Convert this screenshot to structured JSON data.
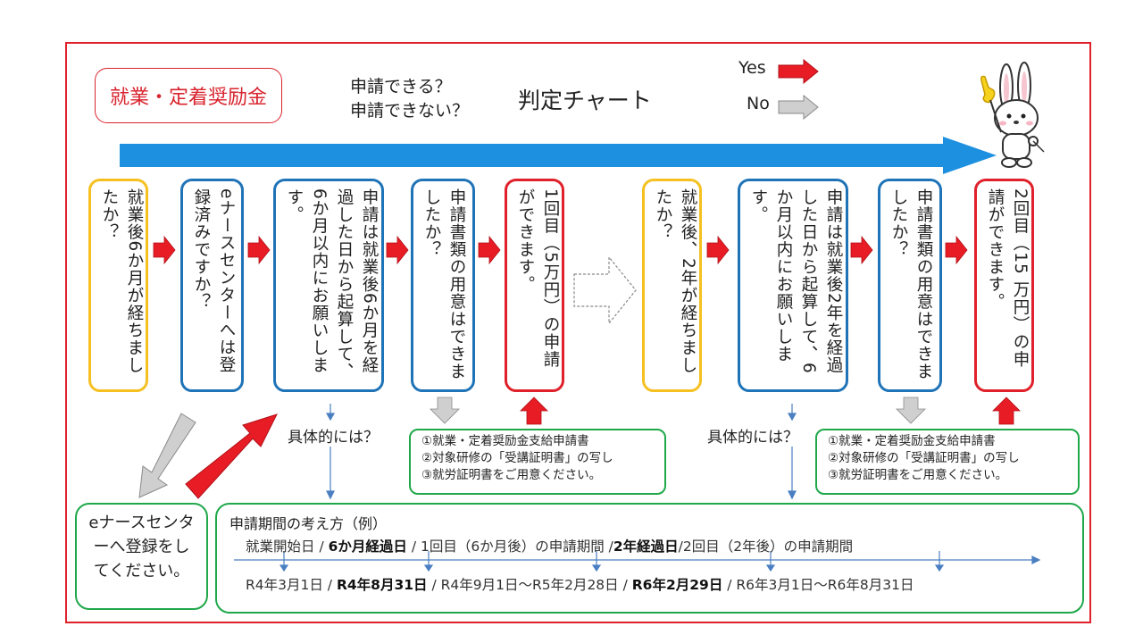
{
  "title": "就業・定着奨励金",
  "question": [
    "申請できる？",
    "申請できない？"
  ],
  "chart_title": "判定チャート",
  "legend": {
    "yes": "Yes",
    "no": "No"
  },
  "steps1": [
    "就業後6か月が経ちましたか？",
    "eナースセンターへは登録済みですか？",
    "申請は就業後6か月を経過した日から起算して、6か月以内にお願いします。",
    "申請書類の用意はできましたか？",
    "1回目（5万円）の申請ができます。"
  ],
  "steps2": [
    "就業後、2年が経ちましたか？",
    "申請は就業後2年を経過した日から起算して、6か月以内にお願いします。",
    "申請書類の用意はできましたか？",
    "2回目（15 万円）の申請ができます。"
  ],
  "gutai": "具体的には？",
  "docs": [
    "①就業・定着奨励金支給申請書",
    "②対象研修の「受講証明書」の写し",
    "③就労証明書をご用意ください。"
  ],
  "register": "eナースセンターへ登録をしてください。",
  "timeline": {
    "title": "申請期間の考え方（例）",
    "top": [
      "就業開始日",
      "6か月経過日",
      "1回目（6か月後）の申請期間",
      "2年経過日",
      "2回目（2年後）の申請期間"
    ],
    "bottom": [
      "R4年3月1日",
      "R4年8月31日",
      "R4年9月1日～R5年2月28日",
      "R6年2月29日",
      "R6年3月1日～R6年8月31日"
    ]
  },
  "colors": {
    "frame": "#e0202a",
    "yes_arrow": "#e81c24",
    "no_arrow": "#c8c8c8",
    "big_arrow": "#1e90e0",
    "yellow": "#f5c020",
    "blue": "#1f73b7",
    "red": "#e0202a",
    "green": "#1fa84a"
  },
  "icons": [
    "rabbit-mascot",
    "yes-arrow-icon",
    "no-arrow-icon"
  ]
}
